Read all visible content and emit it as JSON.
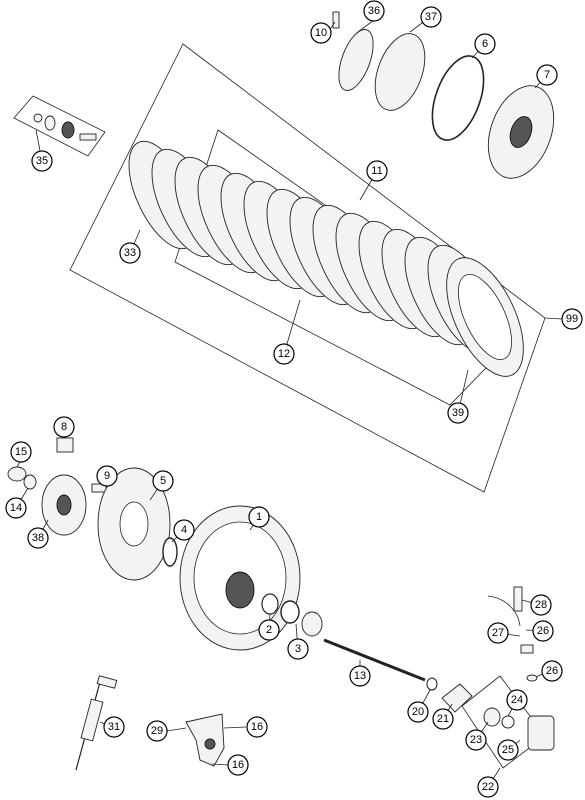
{
  "diagram": {
    "callouts": {
      "c1": "1",
      "c2": "2",
      "c3": "3",
      "c4": "4",
      "c5": "5",
      "c6": "6",
      "c7": "7",
      "c8": "8",
      "c9": "9",
      "c10": "10",
      "c11": "11",
      "c12": "12",
      "c13": "13",
      "c14": "14",
      "c15": "15",
      "c16a": "16",
      "c16b": "16",
      "c20": "20",
      "c21": "21",
      "c22": "22",
      "c23": "23",
      "c24": "24",
      "c25": "25",
      "c26a": "26",
      "c26b": "26",
      "c27": "27",
      "c28": "28",
      "c29": "29",
      "c31": "31",
      "c33": "33",
      "c35": "35",
      "c36": "36",
      "c37": "37",
      "c38": "38",
      "c39": "39",
      "c99": "99"
    },
    "colors": {
      "line": "#222222",
      "part_fill": "#f3f3f3",
      "dark_part": "#555555",
      "bubble_fill": "#ffffff"
    }
  }
}
